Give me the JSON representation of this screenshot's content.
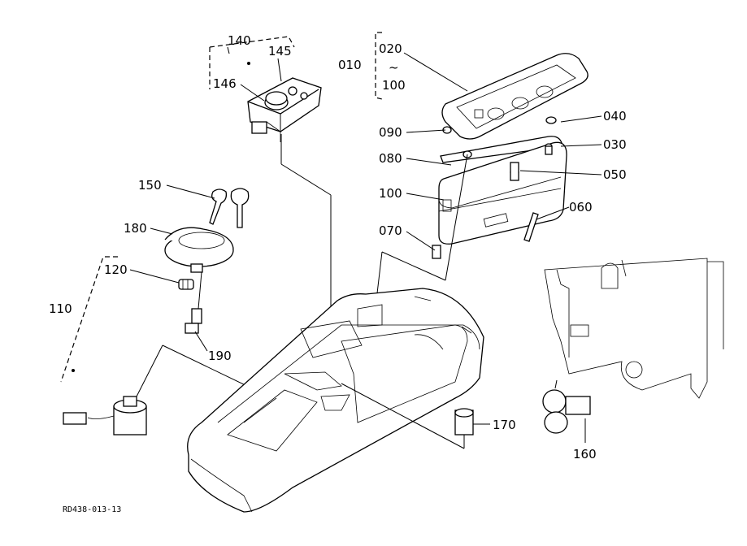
{
  "drawing": {
    "reference_code": "RD438-013-13",
    "callouts": {
      "p010": "010",
      "p020": "020",
      "tilde": "~",
      "p100a": "100",
      "p030": "030",
      "p040": "040",
      "p050": "050",
      "p060": "060",
      "p070": "070",
      "p080": "080",
      "p090": "090",
      "p100b": "100",
      "p110": "110",
      "p120": "120",
      "p140": "140",
      "p145": "145",
      "p146": "146",
      "p150": "150",
      "p160": "160",
      "p170": "170",
      "p180": "180",
      "p190": "190"
    }
  }
}
